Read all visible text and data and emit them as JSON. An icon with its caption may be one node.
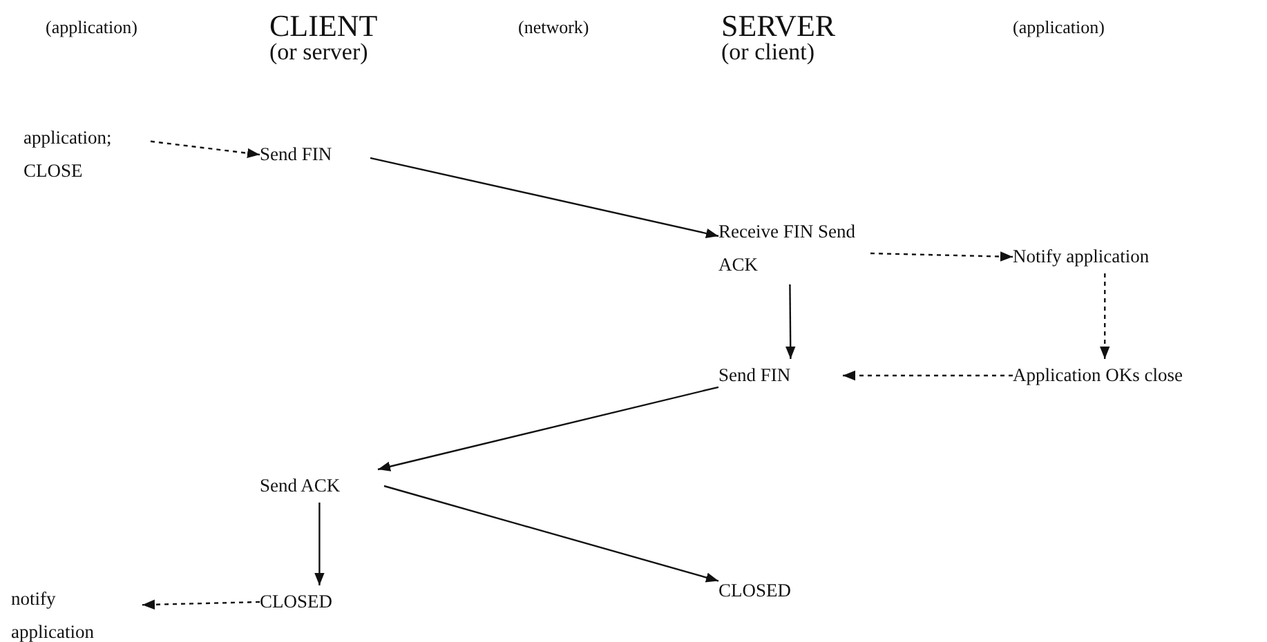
{
  "diagram": {
    "nodes": [
      {
        "text": [
          "application; CLOSE"
        ]
      },
      {
        "text": [
          "Send FIN"
        ]
      },
      {
        "text": [
          "Receive FIN Send ACK"
        ]
      },
      {
        "text": [
          "Notify application"
        ]
      },
      {
        "text": [
          "Send FIN"
        ]
      },
      {
        "text": [
          "Application OKs close"
        ]
      },
      {
        "text": [
          "Send ACK"
        ]
      },
      {
        "text": [
          "CLOSED"
        ]
      },
      {
        "text": [
          "notify application"
        ]
      },
      {
        "text": [
          "CLOSED"
        ]
      }
    ],
    "edges": [
      {
        "from": 0,
        "to": 1,
        "arrow": "to",
        "style": "dashed"
      },
      {
        "from": 1,
        "to": 2,
        "arrow": "to"
      },
      {
        "from": 2,
        "to": 3,
        "arrow": "to",
        "style": "dashed"
      },
      {
        "from": 2,
        "to": 4,
        "arrow": "to"
      },
      {
        "from": 3,
        "to": 5,
        "arrow": "to",
        "style": "dashed"
      },
      {
        "from": 5,
        "to": 4,
        "arrow": "to",
        "style": "dashed"
      },
      {
        "from": 4,
        "to": 6,
        "arrow": "to"
      },
      {
        "from": 6,
        "to": 7,
        "arrow": "to"
      },
      {
        "from": 6,
        "to": 9,
        "arrow": "to"
      },
      {
        "from": 7,
        "to": 8,
        "arrow": "to",
        "style": "dashed"
      }
    ],
    "labels": [
      "(application)",
      "CLIENT",
      "(or server)",
      "(network)",
      "SERVER",
      "(or client)",
      "(application)"
    ]
  }
}
